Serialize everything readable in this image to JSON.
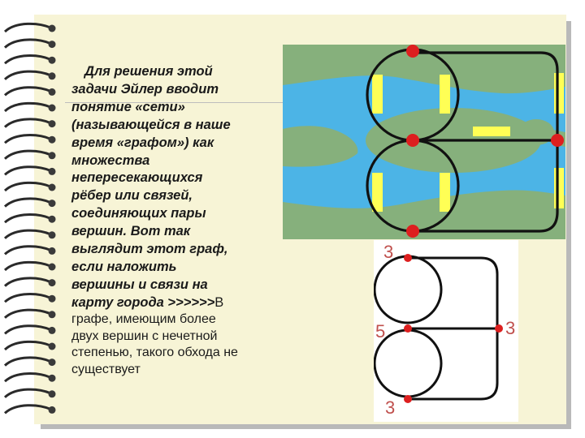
{
  "text": {
    "italic_lines": [
      "Для решения этой",
      "задачи Эйлер вводит",
      "понятие «сети»",
      "(называющейся в наше",
      "время «графом») как",
      "множества",
      "непересекающихся",
      "рёбер или связей,",
      "соединяющих пары",
      "вершин. Вот так",
      "выглядит этот граф,",
      "если наложить",
      "вершины и связи на",
      "карту  города >>>>>>"
    ],
    "inline_tail": "В",
    "normal_lines": [
      "графе, имеющим более",
      "двух вершин с нечетной",
      "степенью, такого обхода не",
      "существует"
    ]
  },
  "graph": {
    "vertex_degrees": [
      "3",
      "5",
      "3",
      "3"
    ]
  },
  "colors": {
    "page": "#f7f4d6",
    "land": "#86b07c",
    "water": "#4cb4e6",
    "bridge": "#ffff55",
    "vertex": "#dd1f1f",
    "label": "#c0504d"
  }
}
